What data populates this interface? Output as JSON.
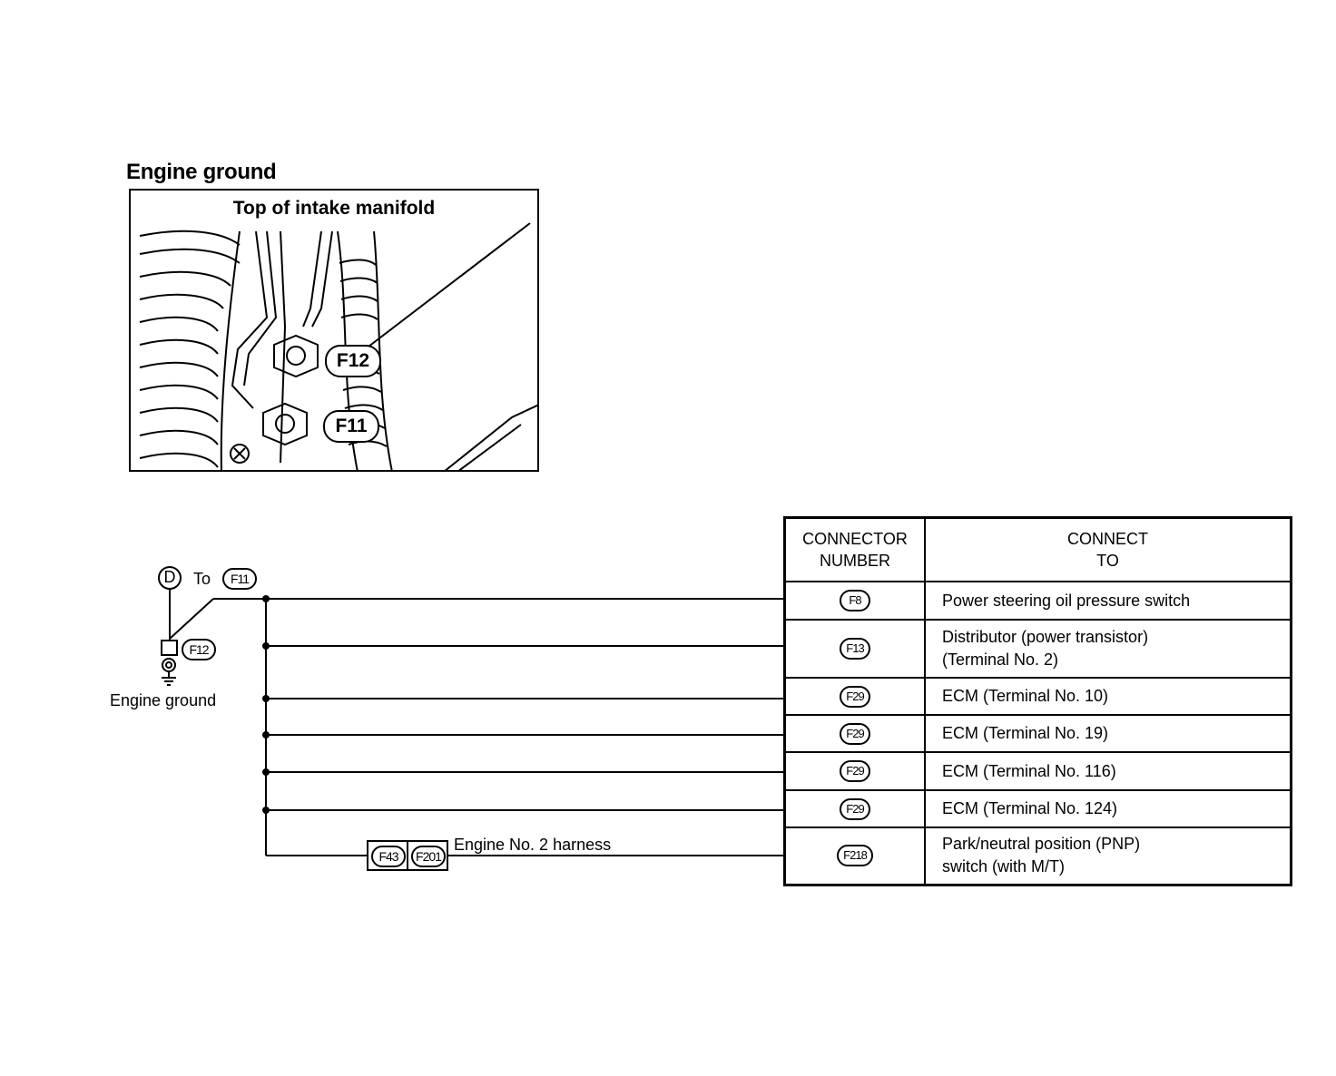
{
  "section_title": "Engine ground",
  "photo": {
    "caption": "Top of intake manifold",
    "labels": [
      "F12",
      "F11"
    ]
  },
  "schematic": {
    "terminal": "D",
    "to_text": "To",
    "to_connector": "F11",
    "ground_connector": "F12",
    "ground_label": "Engine ground",
    "inline_connectors": [
      "F43",
      "F201"
    ],
    "harness_label": "Engine No. 2 harness"
  },
  "table": {
    "headers": [
      "CONNECTOR\nNUMBER",
      "CONNECT\nTO"
    ],
    "rows": [
      {
        "connector": "F8",
        "to": [
          "Power steering oil pressure switch"
        ]
      },
      {
        "connector": "F13",
        "to": [
          "Distributor (power transistor)",
          "(Terminal No. 2)"
        ]
      },
      {
        "connector": "F29",
        "to": [
          "ECM (Terminal No. 10)"
        ]
      },
      {
        "connector": "F29",
        "to": [
          "ECM (Terminal No. 19)"
        ]
      },
      {
        "connector": "F29",
        "to": [
          "ECM (Terminal No. 116)"
        ]
      },
      {
        "connector": "F29",
        "to": [
          "ECM (Terminal No. 124)"
        ]
      },
      {
        "connector": "F218",
        "to": [
          "Park/neutral position (PNP)",
          "switch (with M/T)"
        ]
      }
    ]
  }
}
